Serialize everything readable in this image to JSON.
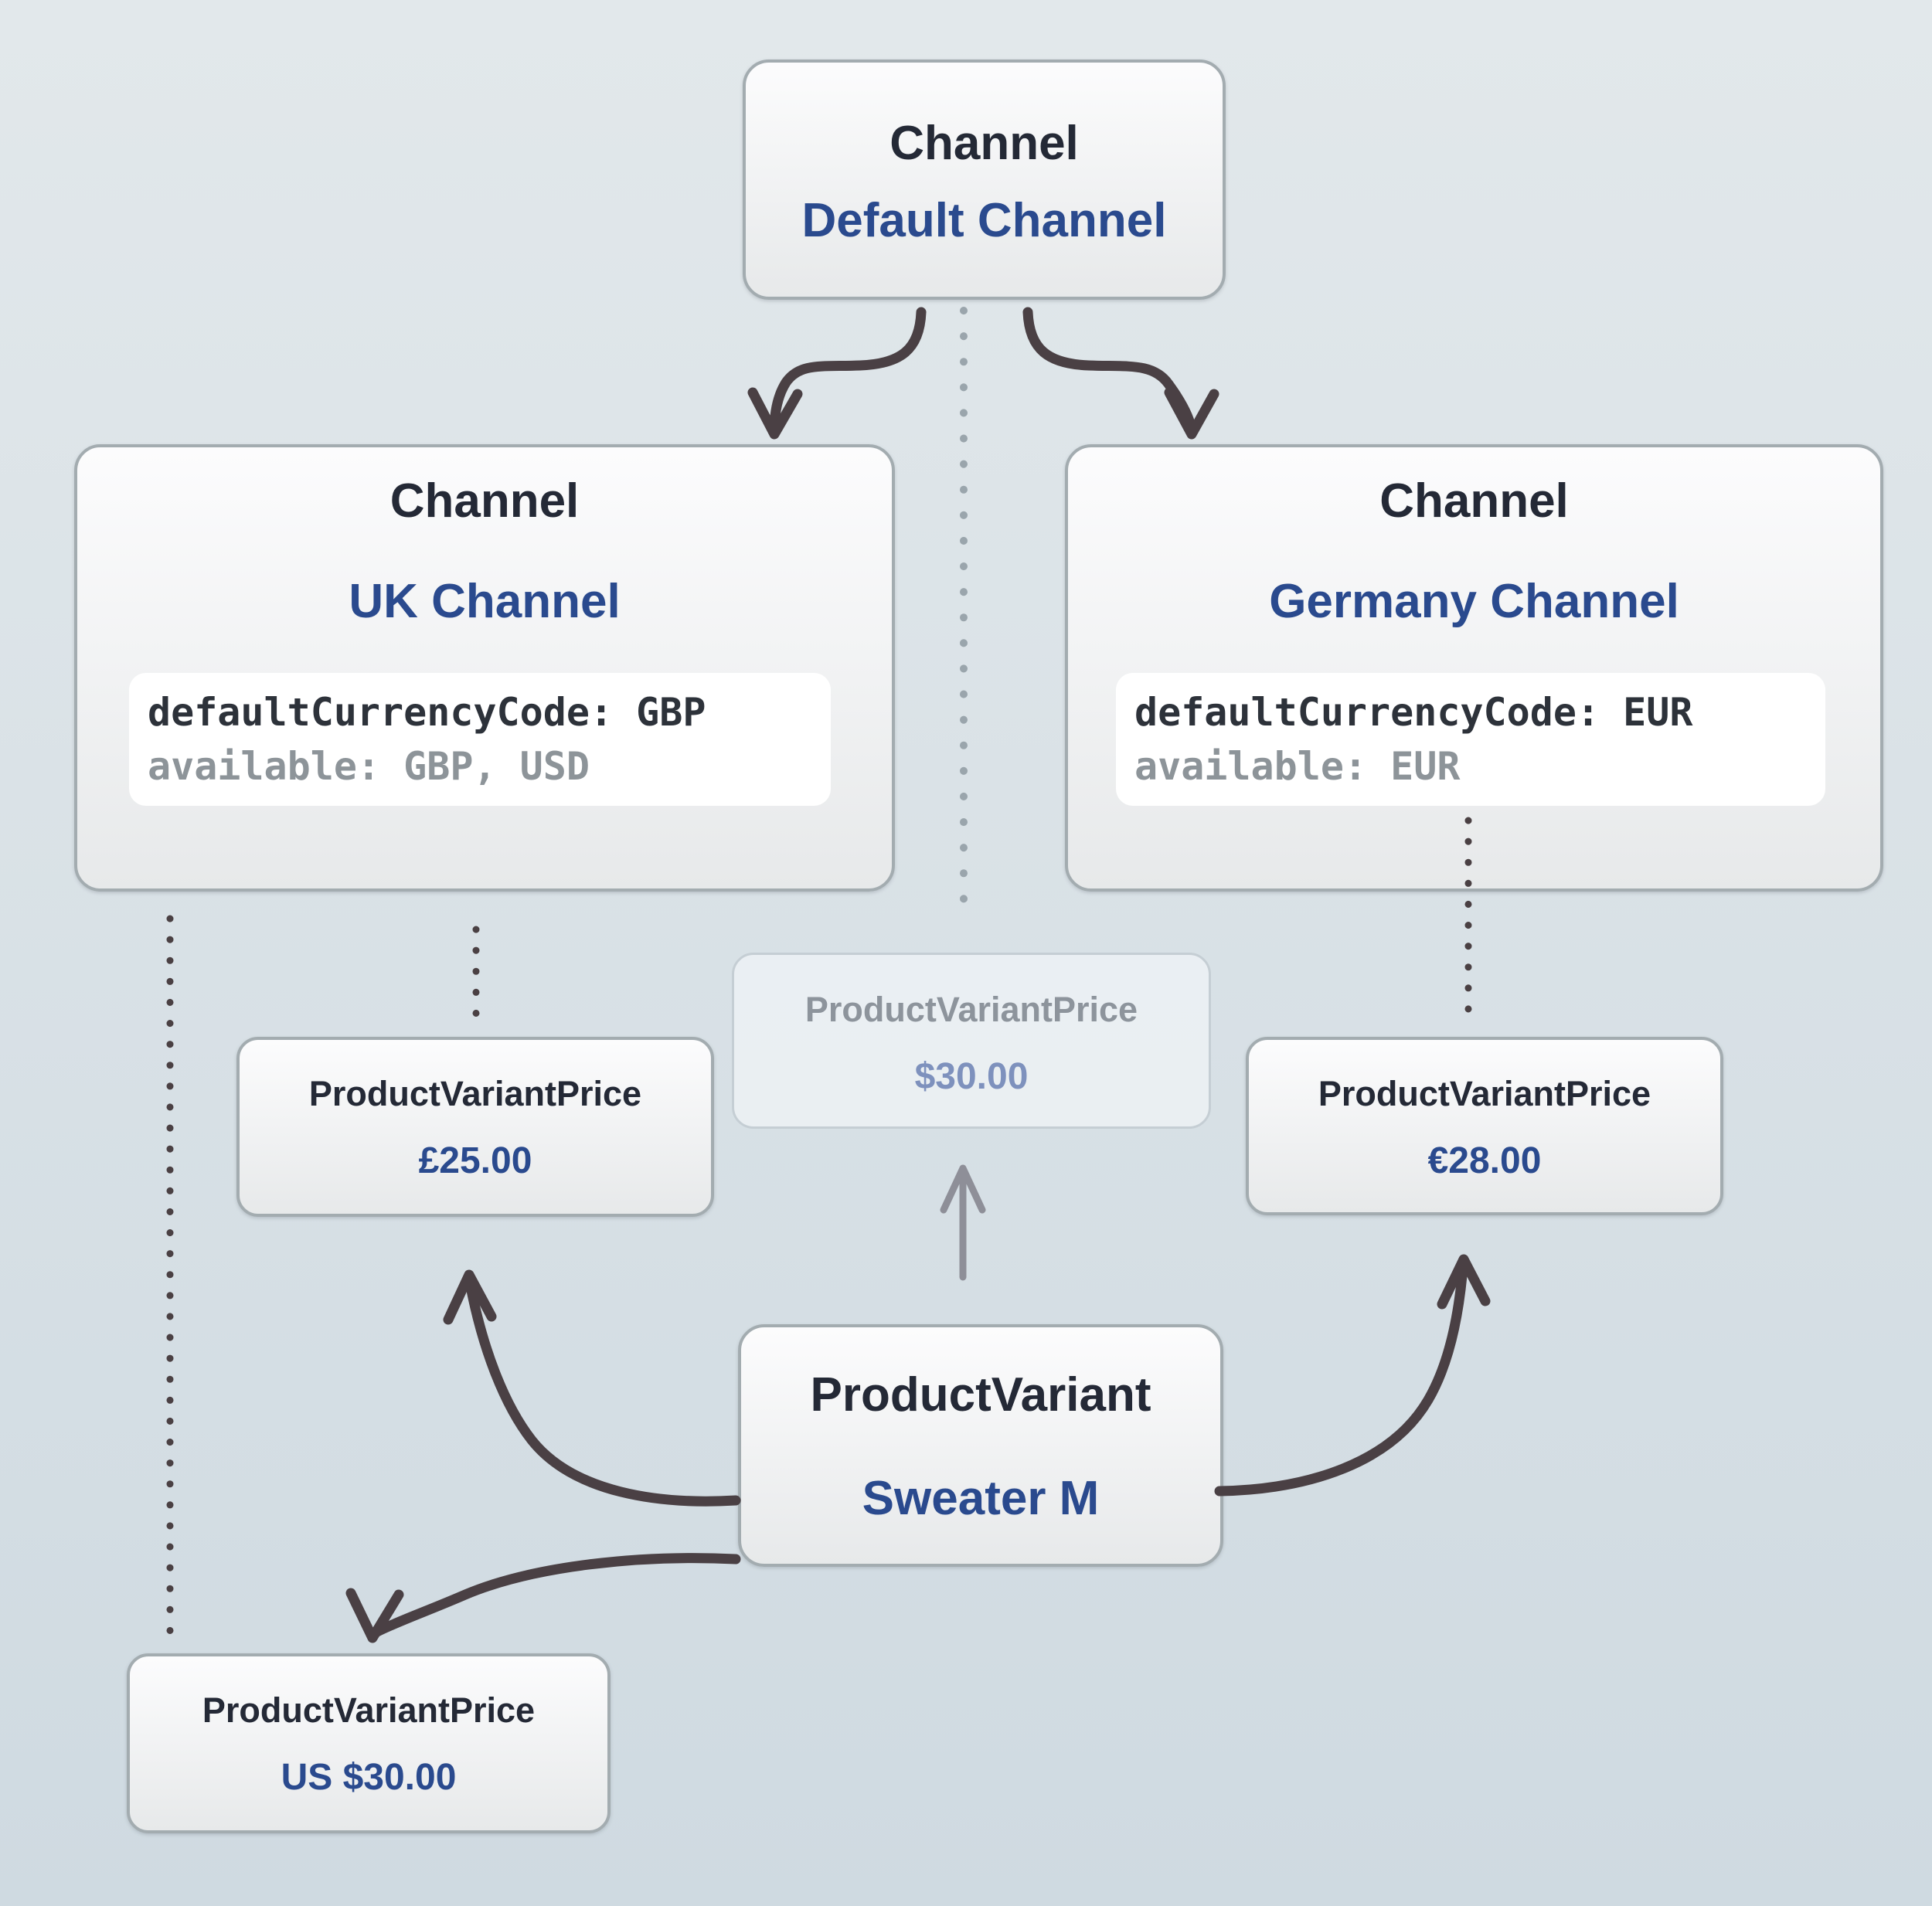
{
  "nodes": {
    "default_channel": {
      "entity": "Channel",
      "name": "Default Channel"
    },
    "uk_channel": {
      "entity": "Channel",
      "name": "UK Channel",
      "code": {
        "line1": "defaultCurrencyCode: GBP",
        "line2": "available: GBP, USD"
      }
    },
    "germany_channel": {
      "entity": "Channel",
      "name": "Germany Channel",
      "code": {
        "line1": "defaultCurrencyCode: EUR",
        "line2": "available: EUR"
      }
    },
    "default_price": {
      "entity": "ProductVariantPrice",
      "value": "$30.00"
    },
    "uk_price": {
      "entity": "ProductVariantPrice",
      "value": "£25.00"
    },
    "germany_price": {
      "entity": "ProductVariantPrice",
      "value": "€28.00"
    },
    "product_variant": {
      "entity": "ProductVariant",
      "name": "Sweater M"
    },
    "us_price": {
      "entity": "ProductVariantPrice",
      "value": "US $30.00"
    }
  },
  "colors": {
    "background_top": "#e2e8eb",
    "background_bottom": "#cfdae1",
    "node_border": "#a3acb0",
    "node_fill_top": "#fcfcfd",
    "node_fill_bottom": "#e7e9ea",
    "title_dark": "#242936",
    "accent_blue": "#2a4a8e",
    "code_background": "#ffffff",
    "code_text": "#2d323a",
    "code_muted": "#8d9499",
    "ghost_border": "#c5ced4",
    "ghost_fill": "rgba(250,252,253,0.55)",
    "ghost_title": "#8d949c",
    "ghost_blue": "#7e91bd",
    "arrow_dark": "#4a4044",
    "arrow_gray": "#8e8f98",
    "dot_dark": "#4a4043",
    "dot_light": "#9aa5ac"
  }
}
